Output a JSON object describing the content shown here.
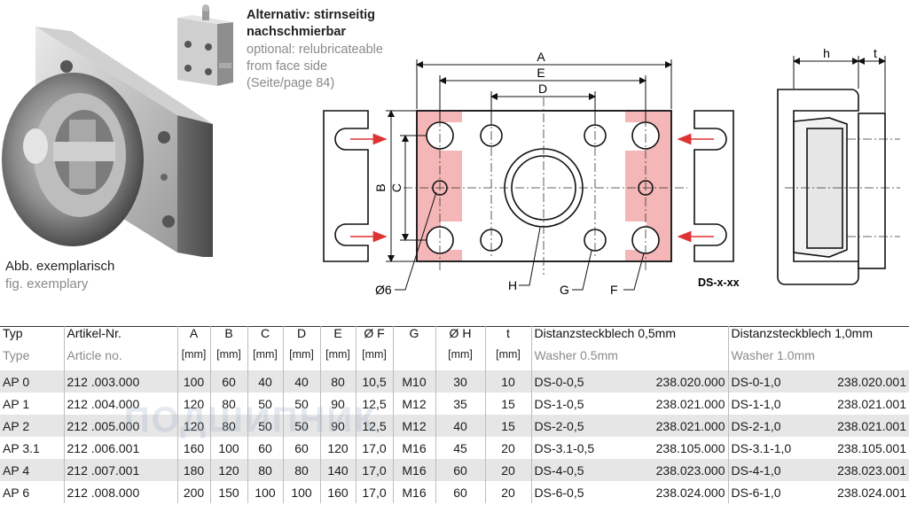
{
  "photo_note": {
    "alt_de": "Alternativ: stirnseitig",
    "alt_de2": "nachschmierbar",
    "alt_en1": "optional: relubricateable",
    "alt_en2": "from face side",
    "alt_en3": "(Seite/page 84)",
    "caption_de": "Abb. exemplarisch",
    "caption_en": "fig. exemplary"
  },
  "drawing": {
    "dim_A": "A",
    "dim_E": "E",
    "dim_D": "D",
    "dim_B": "B",
    "dim_C": "C",
    "dim_h": "h",
    "dim_t": "t",
    "label_phi6": "Ø6",
    "label_H": "H",
    "label_G": "G",
    "label_F": "F",
    "label_ds": "DS-x-xx"
  },
  "table": {
    "headers": {
      "typ_de": "Typ",
      "typ_en": "Type",
      "art_de": "Artikel-Nr.",
      "art_en": "Article no.",
      "A": "A",
      "B": "B",
      "C": "C",
      "D": "D",
      "E": "E",
      "F": "Ø F",
      "G": "G",
      "H": "Ø H",
      "t": "t",
      "unit": "[mm]",
      "ds05_de": "Distanzsteckblech 0,5mm",
      "ds05_en": "Washer 0.5mm",
      "ds10_de": "Distanzsteckblech 1,0mm",
      "ds10_en": "Washer 1.0mm"
    },
    "rows": [
      {
        "typ": "AP 0",
        "art": "212 .003.000",
        "A": "100",
        "B": "60",
        "C": "40",
        "D": "40",
        "E": "80",
        "F": "10,5",
        "G": "M10",
        "H": "30",
        "t": "10",
        "ds05": "DS-0-0,5",
        "ds05_no": "238.020.000",
        "ds10": "DS-0-1,0",
        "ds10_no": "238.020.001"
      },
      {
        "typ": "AP 1",
        "art": "212 .004.000",
        "A": "120",
        "B": "80",
        "C": "50",
        "D": "50",
        "E": "90",
        "F": "12,5",
        "G": "M12",
        "H": "35",
        "t": "15",
        "ds05": "DS-1-0,5",
        "ds05_no": "238.021.000",
        "ds10": "DS-1-1,0",
        "ds10_no": "238.021.001"
      },
      {
        "typ": "AP 2",
        "art": "212 .005.000",
        "A": "120",
        "B": "80",
        "C": "50",
        "D": "50",
        "E": "90",
        "F": "12,5",
        "G": "M12",
        "H": "40",
        "t": "15",
        "ds05": "DS-2-0,5",
        "ds05_no": "238.021.000",
        "ds10": "DS-2-1,0",
        "ds10_no": "238.021.001"
      },
      {
        "typ": "AP 3.1",
        "art": "212 .006.001",
        "A": "160",
        "B": "100",
        "C": "60",
        "D": "60",
        "E": "120",
        "F": "17,0",
        "G": "M16",
        "H": "45",
        "t": "20",
        "ds05": "DS-3.1-0,5",
        "ds05_no": "238.105.000",
        "ds10": "DS-3.1-1,0",
        "ds10_no": "238.105.001"
      },
      {
        "typ": "AP 4",
        "art": "212 .007.001",
        "A": "180",
        "B": "120",
        "C": "80",
        "D": "80",
        "E": "140",
        "F": "17,0",
        "G": "M16",
        "H": "60",
        "t": "20",
        "ds05": "DS-4-0,5",
        "ds05_no": "238.023.000",
        "ds10": "DS-4-1,0",
        "ds10_no": "238.023.001"
      },
      {
        "typ": "AP 6",
        "art": "212 .008.000",
        "A": "200",
        "B": "150",
        "C": "100",
        "D": "100",
        "E": "160",
        "F": "17,0",
        "G": "M16",
        "H": "60",
        "t": "20",
        "ds05": "DS-6-0,5",
        "ds05_no": "238.024.000",
        "ds10": "DS-6-1,0",
        "ds10_no": "238.024.001"
      }
    ]
  }
}
